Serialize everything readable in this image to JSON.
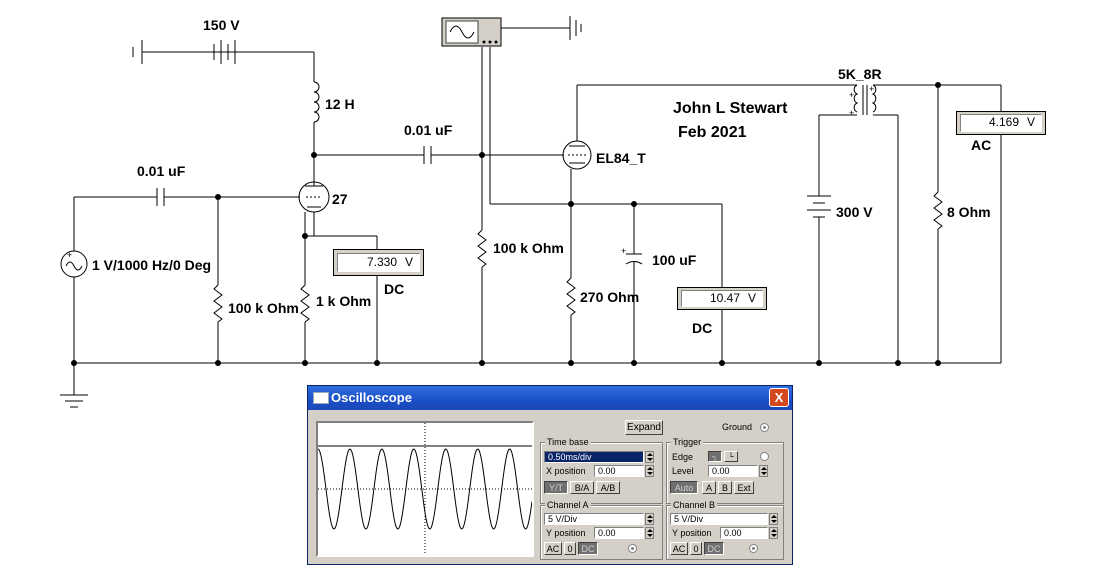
{
  "schematic": {
    "battery_label": "150 V",
    "choke_label": "12 H",
    "coupling_cap_label": "0.01 uF",
    "input_cap_label": "0.01 uF",
    "source_label": "1 V/1000 Hz/0 Deg",
    "triode_label": "27",
    "input_resistor_label": "100 k Ohm",
    "cathode_resistor_label": "1 k Ohm",
    "grid_resistor_label": "100 k Ohm",
    "pentode_label": "EL84_T",
    "pentode_cathode_resistor_label": "270  Ohm",
    "bypass_cap_label": "100 uF",
    "transformer_label": "5K_8R",
    "supply_label": "300 V",
    "load_label": "8  Ohm",
    "author": "John L Stewart",
    "date": "Feb 2021"
  },
  "meters": {
    "m1": {
      "value": "7.330",
      "unit": "V",
      "mode": "DC"
    },
    "m2": {
      "value": "10.47",
      "unit": "V",
      "mode": "DC"
    },
    "m3": {
      "value": "4.169",
      "unit": "V",
      "mode": "AC"
    }
  },
  "oscilloscope": {
    "title": "Oscilloscope",
    "close_label": "X",
    "expand_label": "Expand",
    "ground_label": "Ground",
    "timebase": {
      "title": "Time base",
      "value": "0.50ms/div",
      "xpos_label": "X position",
      "xpos_value": "0.00",
      "modes": [
        "Y/T",
        "B/A",
        "A/B"
      ]
    },
    "trigger": {
      "title": "Trigger",
      "edge_label": "Edge",
      "level_label": "Level",
      "level_value": "0.00",
      "buttons": [
        "Auto",
        "A",
        "B",
        "Ext"
      ]
    },
    "channel_a": {
      "title": "Channel A",
      "scale": "5 V/Div",
      "ypos_label": "Y position",
      "ypos_value": "0.00",
      "coupling": [
        "AC",
        "0",
        "DC"
      ]
    },
    "channel_b": {
      "title": "Channel B",
      "scale": "5 V/Div",
      "ypos_label": "Y position",
      "ypos_value": "0.00",
      "coupling": [
        "AC",
        "0",
        "DC"
      ]
    },
    "waveform": {
      "cycles_visible": 6.7
    }
  },
  "colors": {
    "wire": "#000000",
    "titlebar": "#1a4fc7",
    "close": "#d4471f",
    "panel": "#d4d0c8"
  }
}
